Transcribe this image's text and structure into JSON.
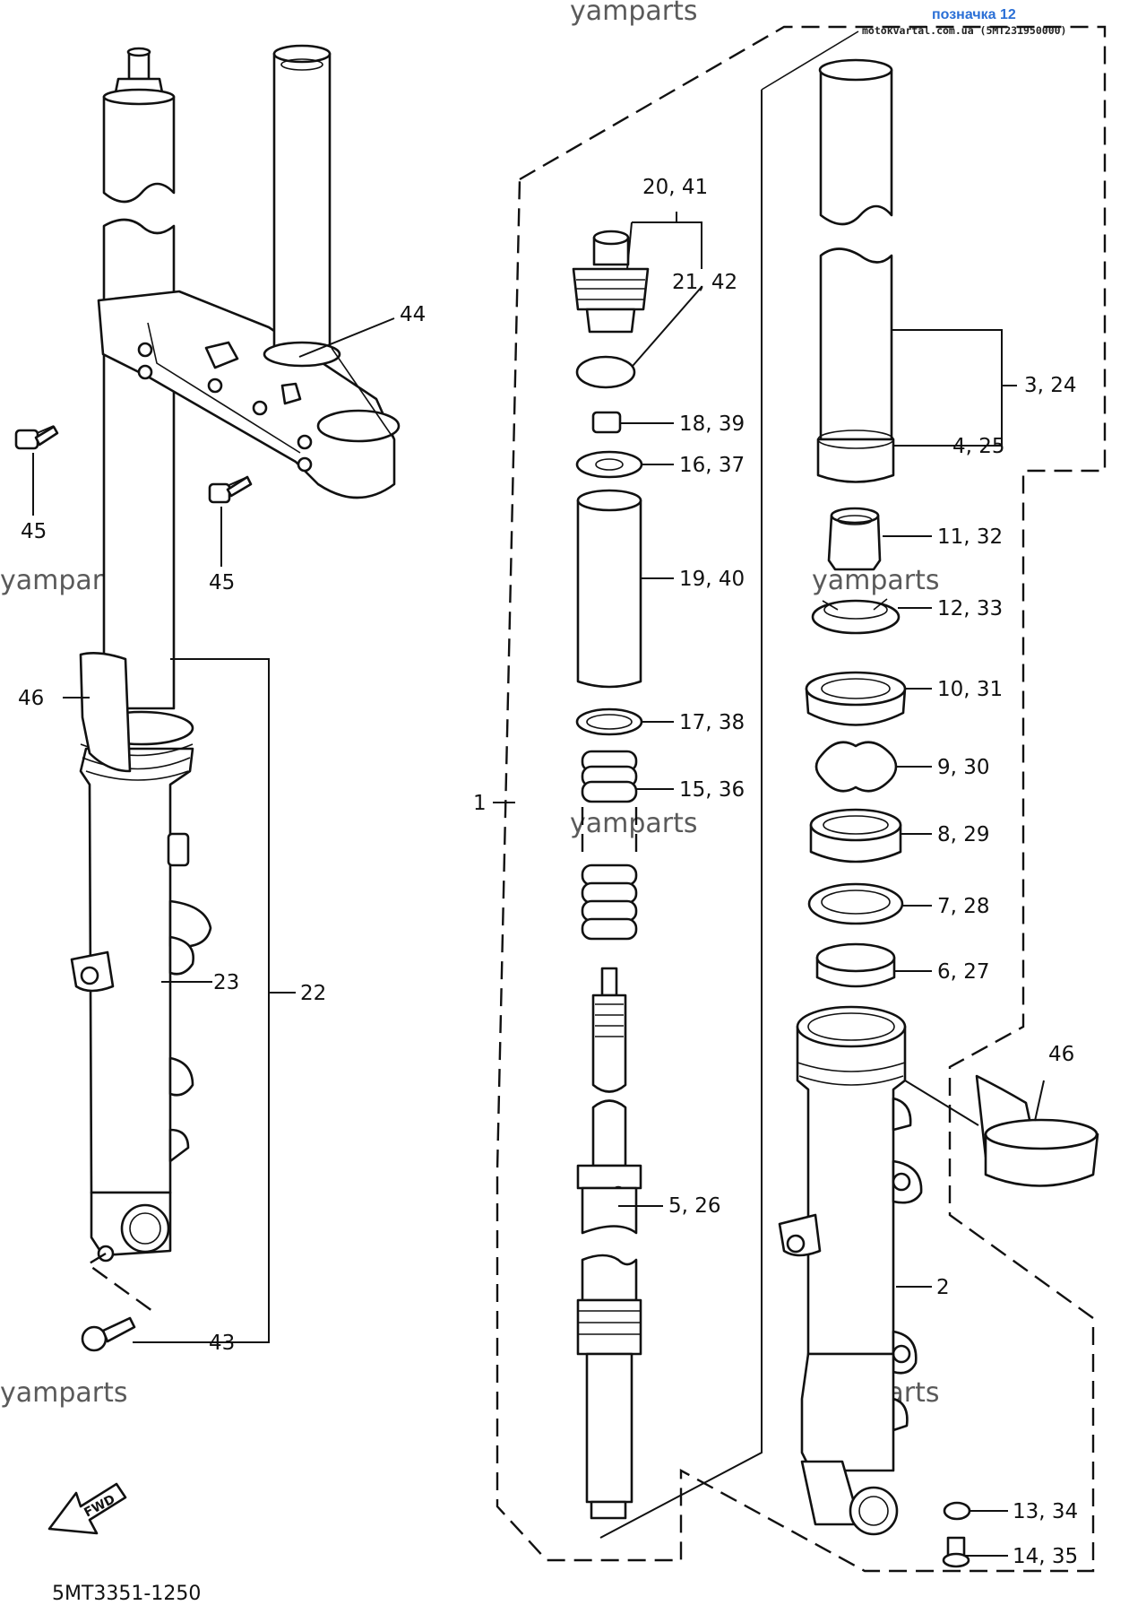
{
  "header": {
    "badge_title": "позначка 12",
    "badge_source": "motokvartal.com.ua (5MT231950000)"
  },
  "watermark": "yamparts",
  "diagram_code": "5MT3351-1250",
  "fwd_label": "FWD",
  "labels": {
    "l44": "44",
    "l45a": "45",
    "l45b": "45",
    "l46a": "46",
    "l23": "23",
    "l22": "22",
    "l43": "43",
    "l20_41": "20, 41",
    "l21_42": "21, 42",
    "l18_39": "18, 39",
    "l16_37": "16, 37",
    "l19_40": "19, 40",
    "l17_38": "17, 38",
    "l15_36": "15, 36",
    "l1": "1",
    "l5_26": "5, 26",
    "l3_24": "3, 24",
    "l4_25": "4, 25",
    "l11_32": "11, 32",
    "l12_33": "12, 33",
    "l10_31": "10, 31",
    "l9_30": "9, 30",
    "l8_29": "8, 29",
    "l7_28": "7, 28",
    "l6_27": "6, 27",
    "l46b": "46",
    "l2": "2",
    "l13_34": "13, 34",
    "l14_35": "14, 35"
  }
}
